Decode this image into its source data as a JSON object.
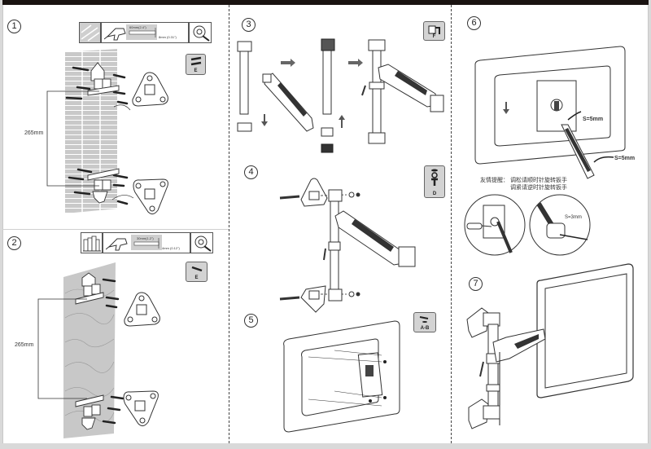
{
  "document": {
    "type": "monitor arm wall-mount installation instructions",
    "accent_colors": {
      "top_bar": "#1a1311",
      "badge_bg": "#d3d3d3",
      "wall_texture": "#c8c8c8"
    }
  },
  "steps": [
    {
      "number": "1",
      "title_icon": "brick-wall-icon",
      "tools": {
        "surface_icon": "brick-wall-icon",
        "drill_icon": "power-drill-icon",
        "drill_depth": "60mm(2.4\")",
        "drill_diameter": "8mm (0.31\")",
        "measure_icon": "tape-measure-icon"
      },
      "dimension": "265mm",
      "part_badge": {
        "icon": "anchor-bolt-icon",
        "label": "E"
      }
    },
    {
      "number": "2",
      "tools": {
        "surface_icon": "wood-wall-icon",
        "drill_icon": "power-drill-icon",
        "drill_depth": "30mm(1.2\")",
        "drill_diameter": "4mm (0.12\")",
        "measure_icon": "tape-measure-icon"
      },
      "dimension": "265mm",
      "part_badge": {
        "icon": "wood-screw-icon",
        "label": "E"
      }
    },
    {
      "number": "3",
      "part_badge": {
        "icon": "pole-clamp-icon",
        "label": "F"
      }
    },
    {
      "number": "4",
      "part_badge": {
        "icon": "screw-washer-set-icon",
        "label": "D"
      }
    },
    {
      "number": "5",
      "part_badge": {
        "icon": "vesa-screw-icon",
        "label": "A-B"
      }
    },
    {
      "number": "6",
      "allen_key_1": "S=5mm",
      "allen_key_2": "S=5mm",
      "tip_label": "友情提醒：",
      "tip_line_1": "调松请顺时针旋转扳手",
      "tip_line_2": "调紧请逆时针旋转扳手",
      "detail_allen_key": "S=3mm"
    },
    {
      "number": "7"
    }
  ]
}
